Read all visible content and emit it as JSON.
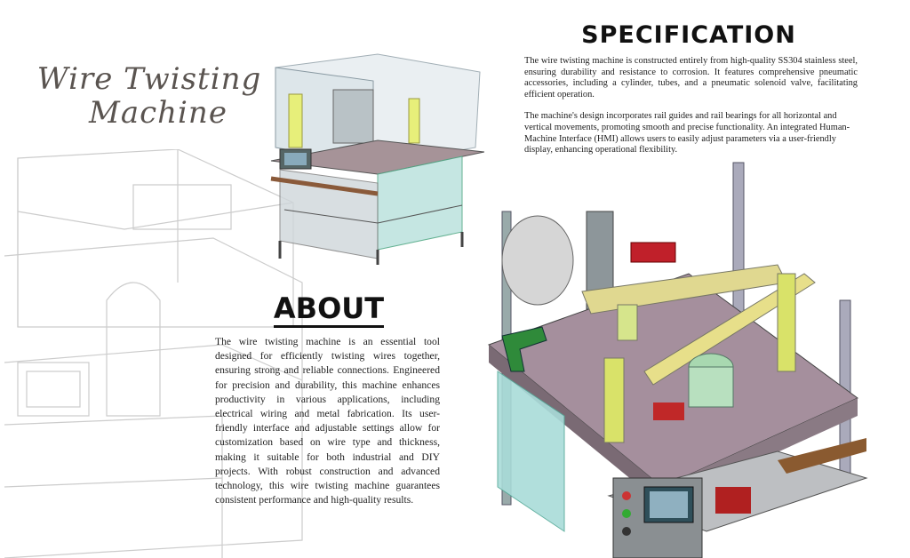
{
  "title": {
    "line1": "Wire Twisting",
    "line2": "Machine"
  },
  "specification": {
    "heading": "SPECIFICATION",
    "paragraphs": [
      "The wire twisting machine is constructed entirely from high-quality SS304 stainless steel, ensuring durability and resistance to corrosion. It features comprehensive pneumatic accessories, including a cylinder, tubes, and a pneumatic solenoid valve, facilitating efficient operation.",
      "The machine's design incorporates rail guides and rail bearings for all horizontal and vertical movements, promoting smooth and precise functionality. An integrated Human-Machine Interface (HMI) allows users to easily adjust parameters via a user-friendly display, enhancing operational flexibility."
    ]
  },
  "about": {
    "heading": "ABOUT",
    "text": "The wire twisting machine is an essential tool designed for efficiently twisting wires together, ensuring strong and reliable connections. Engineered for precision and durability, this machine enhances productivity in various applications, including electrical wiring and metal fabrication. Its user-friendly interface and adjustable settings allow for customization based on wire type and thickness, making it suitable for both industrial and DIY projects. With robust construction and advanced technology, this wire twisting machine guarantees consistent performance and high-quality results."
  }
}
